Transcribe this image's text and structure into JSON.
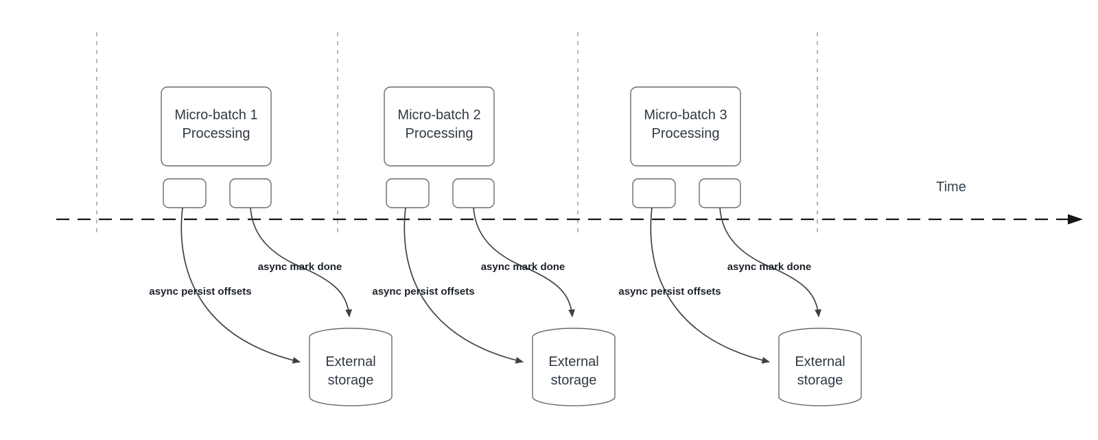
{
  "diagram": {
    "time_axis": {
      "label": "Time"
    },
    "colors": {
      "background": "#ffffff",
      "shape_stroke": "#666a70",
      "connector_stroke": "#3a4149",
      "axis_stroke": "#151515",
      "guide_stroke": "#9aa0a6",
      "shape_text": "#2f3844",
      "edge_label_text": "#1c2128"
    },
    "groups": [
      {
        "box_label": "Micro-batch 1 Processing",
        "persist_label": "async persist offsets",
        "done_label": "async mark done",
        "storage_label": "External storage"
      },
      {
        "box_label": "Micro-batch 2 Processing",
        "persist_label": "async persist offsets",
        "done_label": "async mark done",
        "storage_label": "External storage"
      },
      {
        "box_label": "Micro-batch 3 Processing",
        "persist_label": "async persist offsets",
        "done_label": "async mark done",
        "storage_label": "External storage"
      }
    ]
  }
}
